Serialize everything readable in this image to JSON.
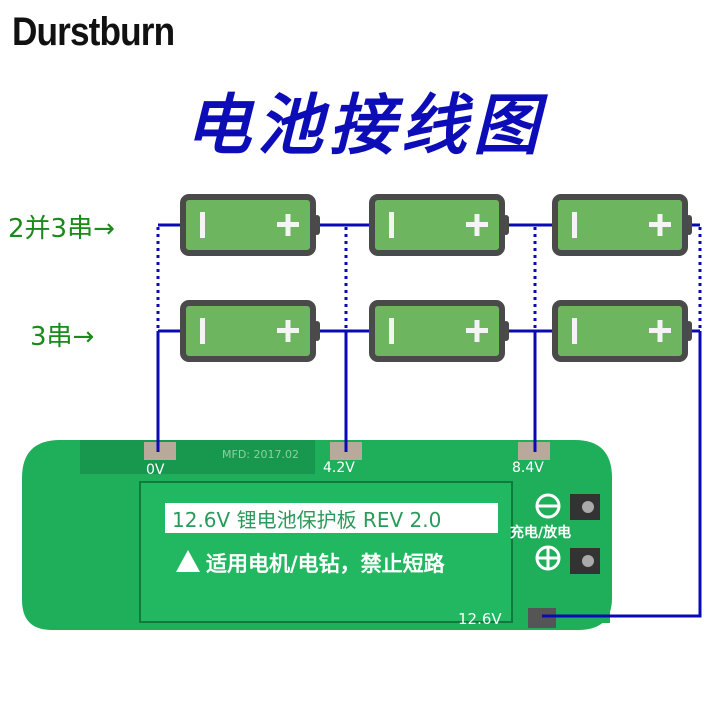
{
  "brand": "Durstburn",
  "title": "电池接线图",
  "labels": {
    "parallel": "2并3串→",
    "series": "3串→"
  },
  "battery": {
    "minus_symbol": "|",
    "plus_symbol": "+"
  },
  "pcb": {
    "mfd": "MFD: 2017.02",
    "taps": [
      "0V",
      "4.2V",
      "8.4V",
      "12.6V"
    ],
    "banner": "12.6V 锂电池保护板 REV 2.0",
    "warning": "适用电机/电钻，禁止短路",
    "charge_label": "充电/放电"
  },
  "colors": {
    "wire": "#0a0ab4",
    "battery_fill": "#6db55f",
    "battery_border": "#4a4a4a",
    "pcb": "#1fae5a",
    "label": "#1a8a1a",
    "title": "#0d0db8"
  }
}
